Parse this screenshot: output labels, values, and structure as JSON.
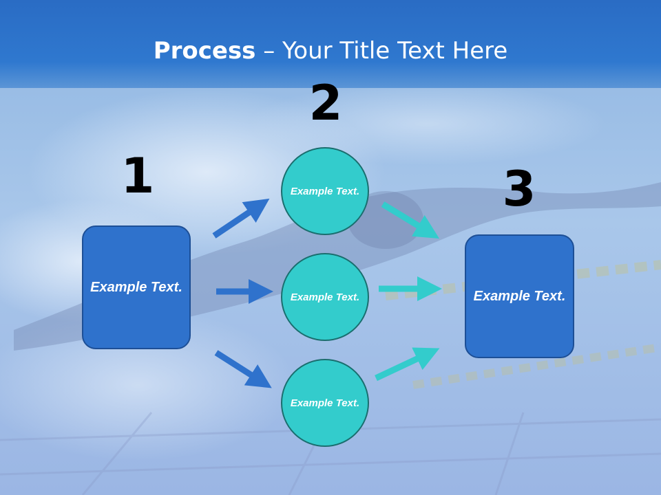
{
  "title": {
    "bold": "Process",
    "rest": " – Your Title Text Here"
  },
  "steps": {
    "one": {
      "number": "1",
      "label": "Example Text."
    },
    "two": {
      "number": "2",
      "circles": [
        {
          "label": "Example Text."
        },
        {
          "label": "Example Text."
        },
        {
          "label": "Example Text."
        }
      ]
    },
    "three": {
      "number": "3",
      "label": "Example Text."
    }
  },
  "colors": {
    "title_bar": "#2f78cf",
    "box_fill": "#2f72cc",
    "circle_fill": "#33cccc",
    "arrow_blue": "#2f72cc",
    "arrow_teal": "#33cccc"
  }
}
